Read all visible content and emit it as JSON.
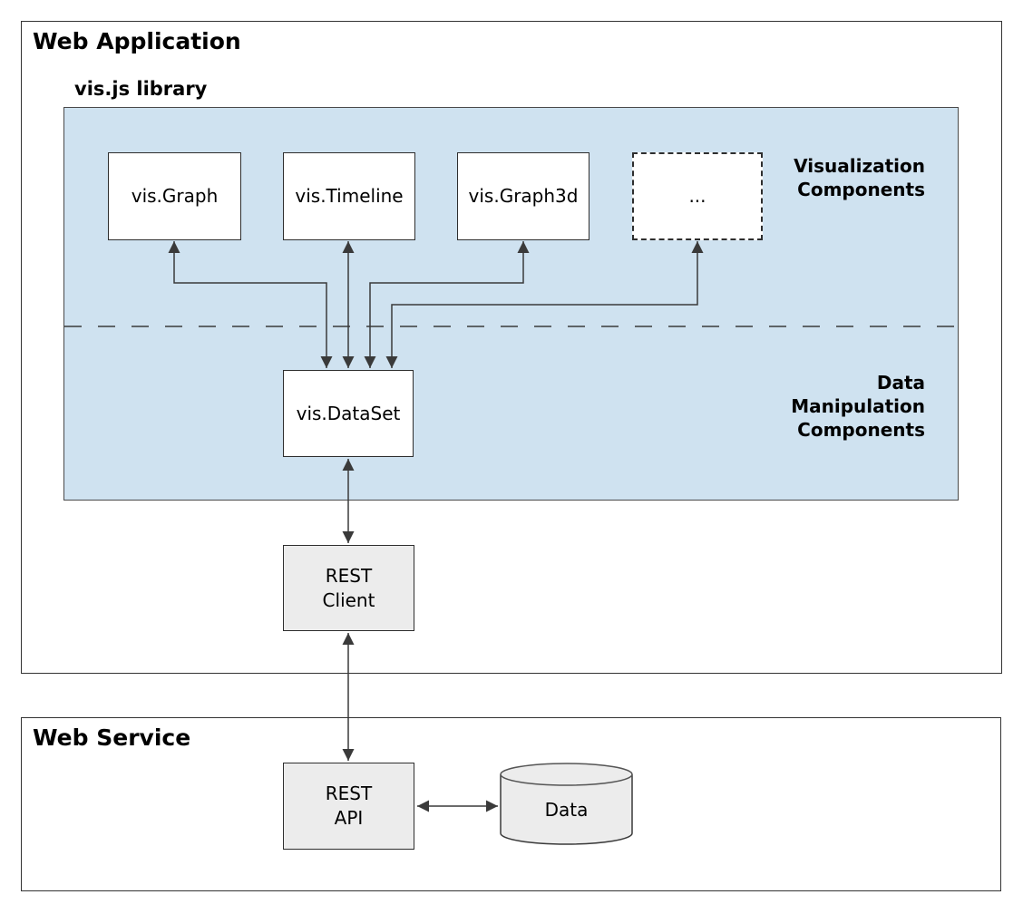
{
  "colors": {
    "panel_blue": "#cfe2f0",
    "box_gray": "#ececec",
    "line_dark": "#3a3a3a"
  },
  "web_application": {
    "title": "Web Application",
    "library_label": "vis.js library",
    "visualization_label_lines": [
      "Visualization",
      "Components"
    ],
    "data_manipulation_label_lines": [
      "Data",
      "Manipulation",
      "Components"
    ],
    "components": [
      {
        "id": "graph",
        "label": "vis.Graph"
      },
      {
        "id": "timeline",
        "label": "vis.Timeline"
      },
      {
        "id": "graph3d",
        "label": "vis.Graph3d"
      },
      {
        "id": "more",
        "label": "..."
      }
    ],
    "dataset_label": "vis.DataSet",
    "rest_client_lines": [
      "REST",
      "Client"
    ]
  },
  "web_service": {
    "title": "Web Service",
    "rest_api_lines": [
      "REST",
      "API"
    ],
    "data_store_label": "Data"
  }
}
